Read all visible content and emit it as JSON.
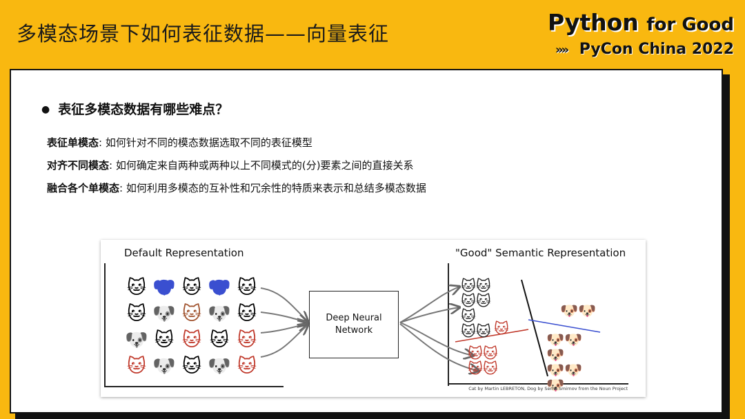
{
  "header": {
    "title": "多模态场景下如何表征数据——向量表征",
    "brand_main": "Python",
    "brand_main_small": "for Good",
    "brand_arrows": "»»",
    "brand_sub": "PyCon China 2022"
  },
  "content": {
    "question": "表征多模态数据有哪些难点？",
    "items": [
      {
        "term": "表征单模态",
        "desc": ": 如何针对不同的模态数据选取不同的表征模型"
      },
      {
        "term": "对齐不同模态",
        "desc": ": 如何确定来自两种或两种以上不同模式的(分)要素之间的直接关系"
      },
      {
        "term": "融合各个单模态",
        "desc": ": 如何利用多模态的互补性和冗余性的特质来表示和总结多模态数据"
      }
    ]
  },
  "figure": {
    "left_title": "Default Representation",
    "right_title": "\"Good\" Semantic Representation",
    "nn_line1": "Deep Neural",
    "nn_line2": "Network",
    "credit": "Cat by Martin LEBRETON, Dog by Serhii Smirnov from the Noun Project",
    "grid": [
      [
        {
          "g": "🐱",
          "c": "#222"
        },
        {
          "g": "🐶",
          "c": "#3a4fd0"
        },
        {
          "g": "🐱",
          "c": "#222"
        },
        {
          "g": "🐶",
          "c": "#3a4fd0"
        },
        {
          "g": "🐱",
          "c": "#222"
        }
      ],
      [
        {
          "g": "🐱",
          "c": "#222"
        },
        {
          "g": "🐶",
          "c": "#222"
        },
        {
          "g": "🐱",
          "c": "#a0522d"
        },
        {
          "g": "🐶",
          "c": "#222"
        },
        {
          "g": "🐱",
          "c": "#222"
        }
      ],
      [
        {
          "g": "🐶",
          "c": "#222"
        },
        {
          "g": "🐱",
          "c": "#222"
        },
        {
          "g": "🐱",
          "c": "#c0392b"
        },
        {
          "g": "🐱",
          "c": "#222"
        },
        {
          "g": "🐱",
          "c": "#c0392b"
        }
      ],
      [
        {
          "g": "🐱",
          "c": "#c0392b"
        },
        {
          "g": "🐶",
          "c": "#222"
        },
        {
          "g": "🐱",
          "c": "#222"
        },
        {
          "g": "🐶",
          "c": "#222"
        },
        {
          "g": "🐱",
          "c": "#c0392b"
        }
      ]
    ],
    "colors": {
      "accent_yellow": "#f9b810",
      "blue": "#3a4fd0",
      "red": "#c0392b",
      "black": "#222"
    }
  }
}
